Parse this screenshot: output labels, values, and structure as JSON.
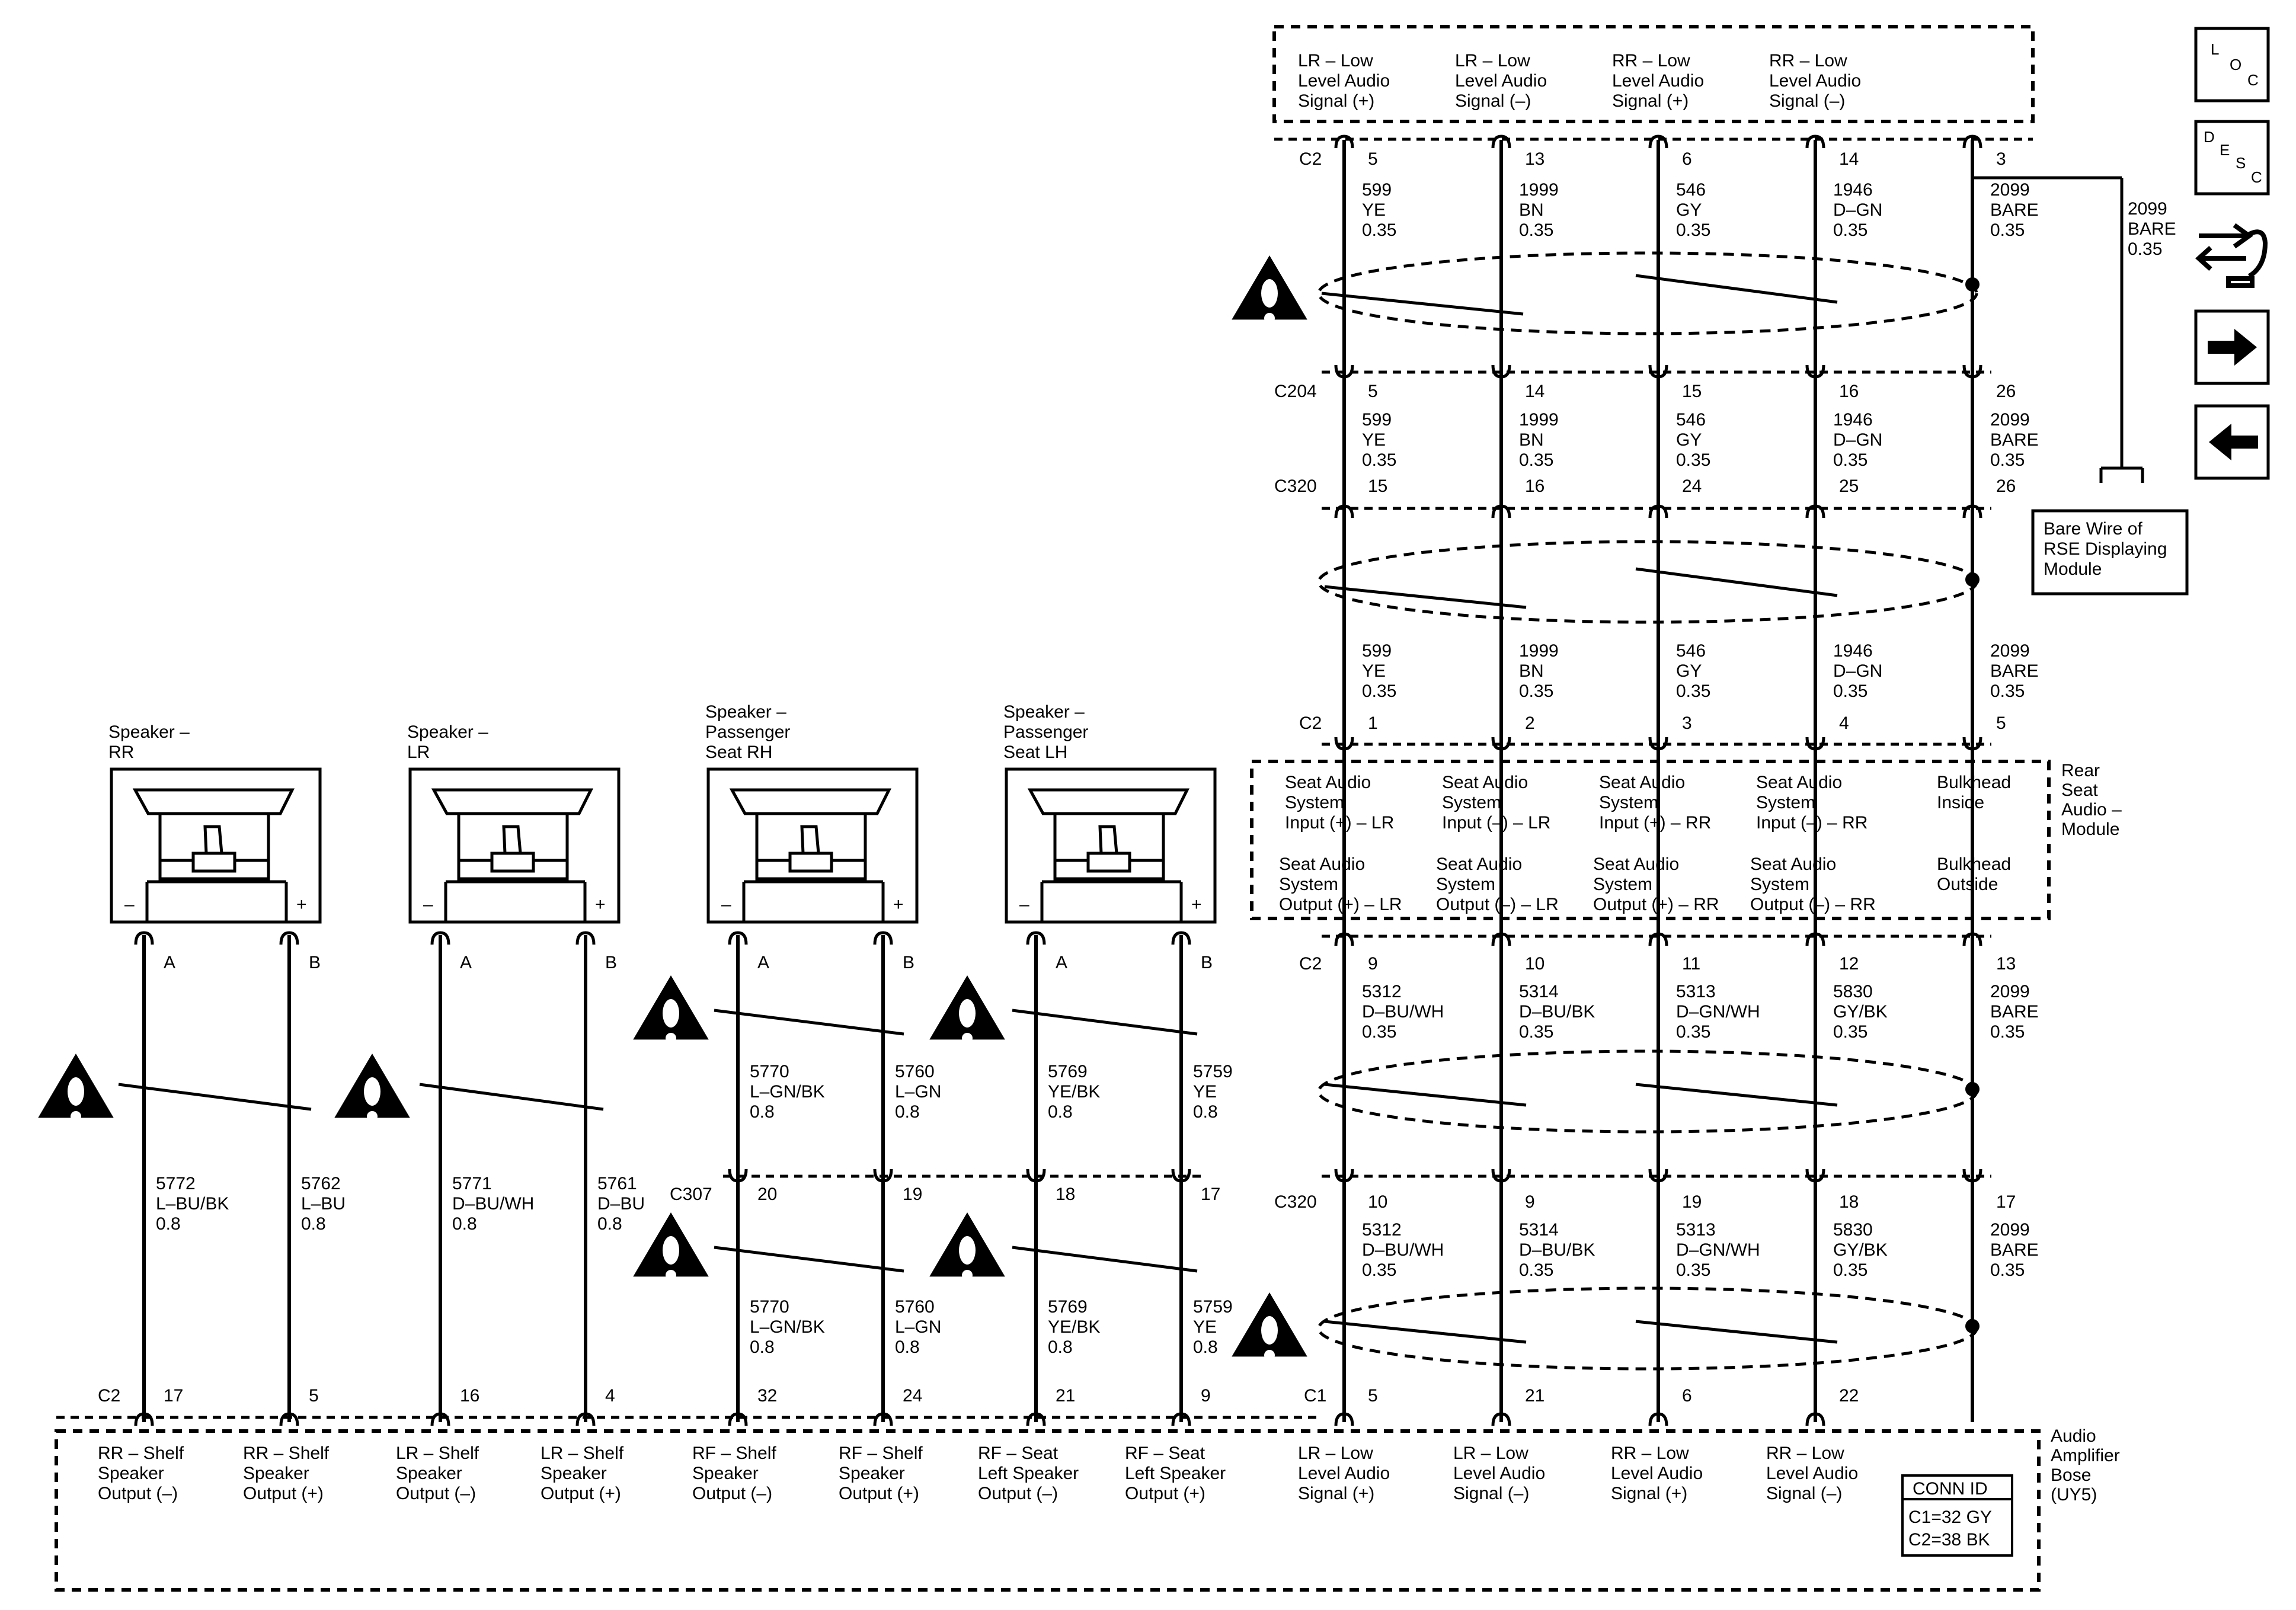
{
  "rse_module_top": {
    "labels": [
      [
        "LR – Low",
        "Level Audio",
        "Signal (+)"
      ],
      [
        "LR – Low",
        "Level Audio",
        "Signal (–)"
      ],
      [
        "RR – Low",
        "Level Audio",
        "Signal (+)"
      ],
      [
        "RR – Low",
        "Level Audio",
        "Signal (–)"
      ]
    ]
  },
  "connectors": {
    "c2_top": "C2",
    "c204": "C204",
    "c320_top": "C320",
    "c2_mid": "C2",
    "c2_lower": "C2",
    "c320_lower": "C320",
    "c1": "C1",
    "c307": "C307",
    "c2_amp": "C2"
  },
  "pins": {
    "c2_top": [
      "5",
      "13",
      "6",
      "14",
      "3"
    ],
    "c204": [
      "5",
      "14",
      "15",
      "16",
      "26"
    ],
    "c320_top": [
      "15",
      "16",
      "24",
      "25",
      "26"
    ],
    "c2_mid": [
      "1",
      "2",
      "3",
      "4",
      "5"
    ],
    "c2_lower": [
      "9",
      "10",
      "11",
      "12",
      "13"
    ],
    "c320_lower": [
      "10",
      "9",
      "19",
      "18",
      "17"
    ],
    "c1": [
      "5",
      "21",
      "6",
      "22"
    ],
    "c307": [
      "20",
      "19",
      "18",
      "17"
    ],
    "c2_amp": [
      "17",
      "5",
      "16",
      "4",
      "32",
      "24",
      "21",
      "9"
    ],
    "speaker": [
      "A",
      "B"
    ]
  },
  "wires": {
    "top_segment": [
      [
        "599",
        "YE",
        "0.35"
      ],
      [
        "1999",
        "BN",
        "0.35"
      ],
      [
        "546",
        "GY",
        "0.35"
      ],
      [
        "1946",
        "D–GN",
        "0.35"
      ],
      [
        "2099",
        "BARE",
        "0.35"
      ]
    ],
    "c204_segment": [
      [
        "599",
        "YE",
        "0.35"
      ],
      [
        "1999",
        "BN",
        "0.35"
      ],
      [
        "546",
        "GY",
        "0.35"
      ],
      [
        "1946",
        "D–GN",
        "0.35"
      ],
      [
        "2099",
        "BARE",
        "0.35"
      ]
    ],
    "c320_segment": [
      [
        "599",
        "YE",
        "0.35"
      ],
      [
        "1999",
        "BN",
        "0.35"
      ],
      [
        "546",
        "GY",
        "0.35"
      ],
      [
        "1946",
        "D–GN",
        "0.35"
      ],
      [
        "2099",
        "BARE",
        "0.35"
      ]
    ],
    "rsam_out_segment": [
      [
        "5312",
        "D–BU/WH",
        "0.35"
      ],
      [
        "5314",
        "D–BU/BK",
        "0.35"
      ],
      [
        "5313",
        "D–GN/WH",
        "0.35"
      ],
      [
        "5830",
        "GY/BK",
        "0.35"
      ],
      [
        "2099",
        "BARE",
        "0.35"
      ]
    ],
    "c320_lower_segment": [
      [
        "5312",
        "D–BU/WH",
        "0.35"
      ],
      [
        "5314",
        "D–BU/BK",
        "0.35"
      ],
      [
        "5313",
        "D–GN/WH",
        "0.35"
      ],
      [
        "5830",
        "GY/BK",
        "0.35"
      ],
      [
        "2099",
        "BARE",
        "0.35"
      ]
    ],
    "side_bare": [
      "2099",
      "BARE",
      "0.35"
    ],
    "speaker_rr_lr": [
      [
        "5772",
        "L–BU/BK",
        "0.8"
      ],
      [
        "5762",
        "L–BU",
        "0.8"
      ],
      [
        "5771",
        "D–BU/WH",
        "0.8"
      ],
      [
        "5761",
        "D–BU",
        "0.8"
      ]
    ],
    "seat_upper": [
      [
        "5770",
        "L–GN/BK",
        "0.8"
      ],
      [
        "5760",
        "L–GN",
        "0.8"
      ],
      [
        "5769",
        "YE/BK",
        "0.8"
      ],
      [
        "5759",
        "YE",
        "0.8"
      ]
    ],
    "seat_lower": [
      [
        "5770",
        "L–GN/BK",
        "0.8"
      ],
      [
        "5760",
        "L–GN",
        "0.8"
      ],
      [
        "5769",
        "YE/BK",
        "0.8"
      ],
      [
        "5759",
        "YE",
        "0.8"
      ]
    ]
  },
  "bare_wire_box": [
    "Bare Wire of",
    "RSE Displaying",
    "Module"
  ],
  "rsam": {
    "name": [
      "Rear",
      "Seat",
      "Audio –",
      "Module"
    ],
    "inputs": [
      [
        "Seat Audio",
        "System",
        "Input (+) – LR"
      ],
      [
        "Seat Audio",
        "System",
        "Input (–) – LR"
      ],
      [
        "Seat Audio",
        "System",
        "Input (+) – RR"
      ],
      [
        "Seat Audio",
        "System",
        "Input (–) – RR"
      ],
      [
        "Bulkhead",
        "Inside"
      ]
    ],
    "outputs": [
      [
        "Seat Audio",
        "System",
        "Output (+) – LR"
      ],
      [
        "Seat Audio",
        "System",
        "Output (–) – LR"
      ],
      [
        "Seat Audio",
        "System",
        "Output (+) – RR"
      ],
      [
        "Seat Audio",
        "System",
        "Output (–) – RR"
      ],
      [
        "Bulkhead",
        "Outside"
      ]
    ]
  },
  "speakers": [
    {
      "name": [
        "Speaker –",
        "RR"
      ]
    },
    {
      "name": [
        "Speaker –",
        "LR"
      ]
    },
    {
      "name": [
        "Speaker –",
        "Passenger",
        "Seat RH"
      ]
    },
    {
      "name": [
        "Speaker –",
        "Passenger",
        "Seat LH"
      ]
    }
  ],
  "amplifier": {
    "name": [
      "Audio",
      "Amplifier",
      "Bose",
      "(UY5)"
    ],
    "labels": [
      [
        "RR – Shelf",
        "Speaker",
        "Output (–)"
      ],
      [
        "RR – Shelf",
        "Speaker",
        "Output (+)"
      ],
      [
        "LR – Shelf",
        "Speaker",
        "Output (–)"
      ],
      [
        "LR – Shelf",
        "Speaker",
        "Output (+)"
      ],
      [
        "RF – Shelf",
        "Speaker",
        "Output (–)"
      ],
      [
        "RF – Shelf",
        "Speaker",
        "Output (+)"
      ],
      [
        "RF – Seat",
        "Left Speaker",
        "Output (–)"
      ],
      [
        "RF – Seat",
        "Left Speaker",
        "Output (+)"
      ],
      [
        "LR – Low",
        "Level Audio",
        "Signal (+)"
      ],
      [
        "LR – Low",
        "Level Audio",
        "Signal (–)"
      ],
      [
        "RR – Low",
        "Level Audio",
        "Signal (+)"
      ],
      [
        "RR – Low",
        "Level Audio",
        "Signal (–)"
      ]
    ],
    "conn_id": {
      "title": "CONN ID",
      "c1": "C1=32 GY",
      "c2": "C2=38 BK"
    }
  },
  "polarity": {
    "minus": "–",
    "plus": "+"
  },
  "nav": {
    "loc": {
      "l": "L",
      "o": "O",
      "c": "C"
    },
    "desc": {
      "d": "D",
      "e": "E",
      "s": "S",
      "c": "C"
    },
    "icons": [
      "connector-icon",
      "next-arrow-icon",
      "previous-arrow-icon"
    ]
  }
}
